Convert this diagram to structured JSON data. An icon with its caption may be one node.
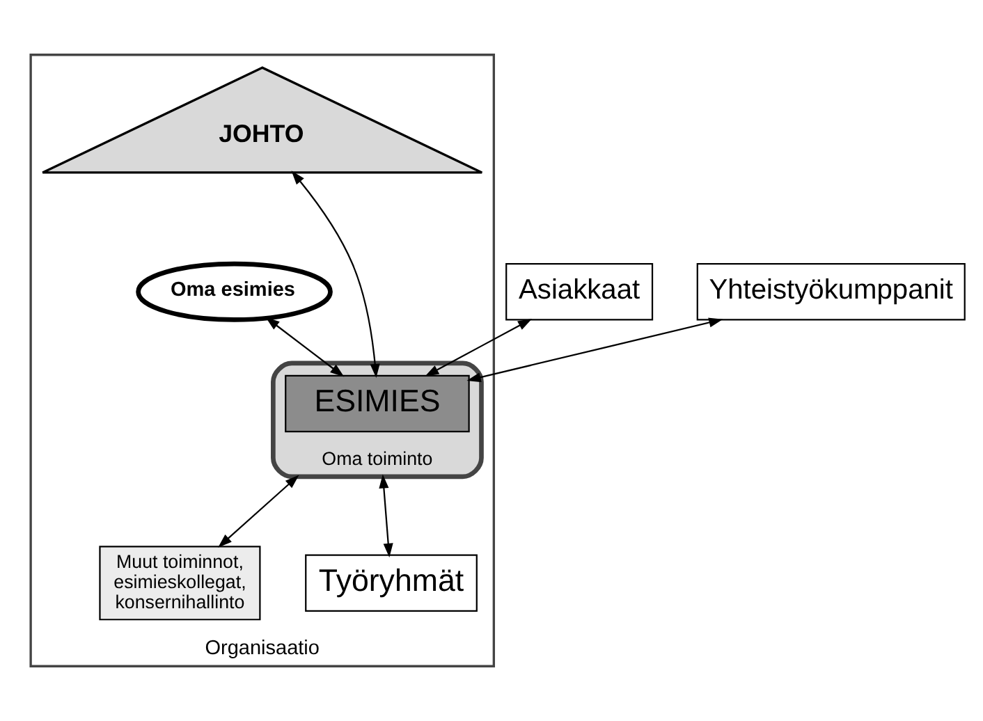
{
  "diagram": {
    "nodes": [
      {
        "text": [
          "Organisaatio"
        ]
      },
      {
        "text": [
          "JOHTO"
        ],
        "in": 0
      },
      {
        "text": [
          "Oma esimies"
        ],
        "in": 0
      },
      {
        "text": [
          "Oma toiminto"
        ],
        "in": 0
      },
      {
        "text": [
          "ESIMIES"
        ],
        "in": 3
      },
      {
        "text": [
          "Asiakkaat"
        ]
      },
      {
        "text": [
          "Yhteistyökumppanit"
        ]
      },
      {
        "text": [
          "Muut toiminnot, esimieskollegat, konsernihallinto"
        ],
        "in": 0
      },
      {
        "text": [
          "Työryhmät"
        ],
        "in": 0
      }
    ],
    "edges": [
      {
        "from": 5,
        "to": 4,
        "arrow": "both"
      },
      {
        "from": 1,
        "to": 4,
        "arrow": "both"
      },
      {
        "from": 2,
        "to": 4,
        "arrow": "both"
      },
      {
        "from": 6,
        "to": 4,
        "arrow": "both"
      },
      {
        "from": 3,
        "to": 7,
        "arrow": "both"
      },
      {
        "from": 3,
        "to": 8,
        "arrow": "both"
      }
    ]
  }
}
